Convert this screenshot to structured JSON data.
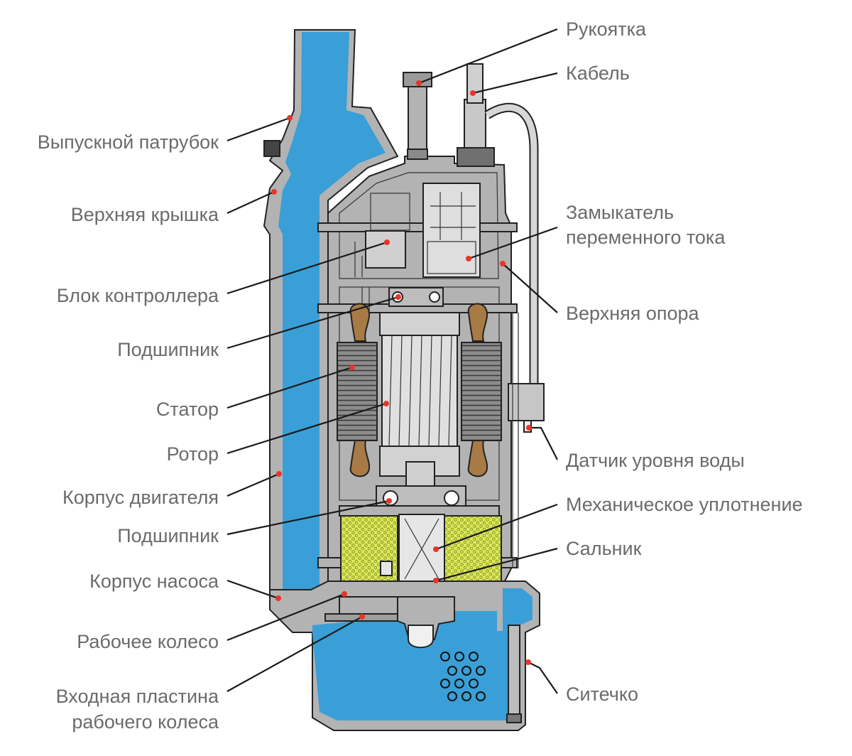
{
  "labels": {
    "handle": "Рукоятка",
    "cable": "Кабель",
    "outlet": "Выпускной патрубок",
    "top_cover": "Верхняя крышка",
    "contactor_1": "Замыкатель",
    "contactor_2": "переменного тока",
    "controller": "Блок контроллера",
    "upper_support": "Верхняя опора",
    "bearing_upper": "Подшипник",
    "stator": "Статор",
    "rotor": "Ротор",
    "level_sensor": "Датчик уровня воды",
    "motor_housing": "Корпус двигателя",
    "mech_seal": "Механическое уплотнение",
    "bearing_lower": "Подшипник",
    "oil_seal": "Сальник",
    "pump_housing": "Корпус насоса",
    "impeller": "Рабочее колесо",
    "impeller_plate_1": "Входная пластина",
    "impeller_plate_2": "рабочего колеса",
    "strainer": "Ситечко"
  },
  "colors": {
    "water": "#3a9fd6",
    "housing": "#b3b3b3",
    "interior": "#e8f5ec",
    "stator_core": "#8c8c8c",
    "rotor": "#e0e0e0",
    "winding": "#a87a45",
    "oil": "#dde85a",
    "marker": "#e8352a",
    "label_text": "#6b6b6b"
  }
}
